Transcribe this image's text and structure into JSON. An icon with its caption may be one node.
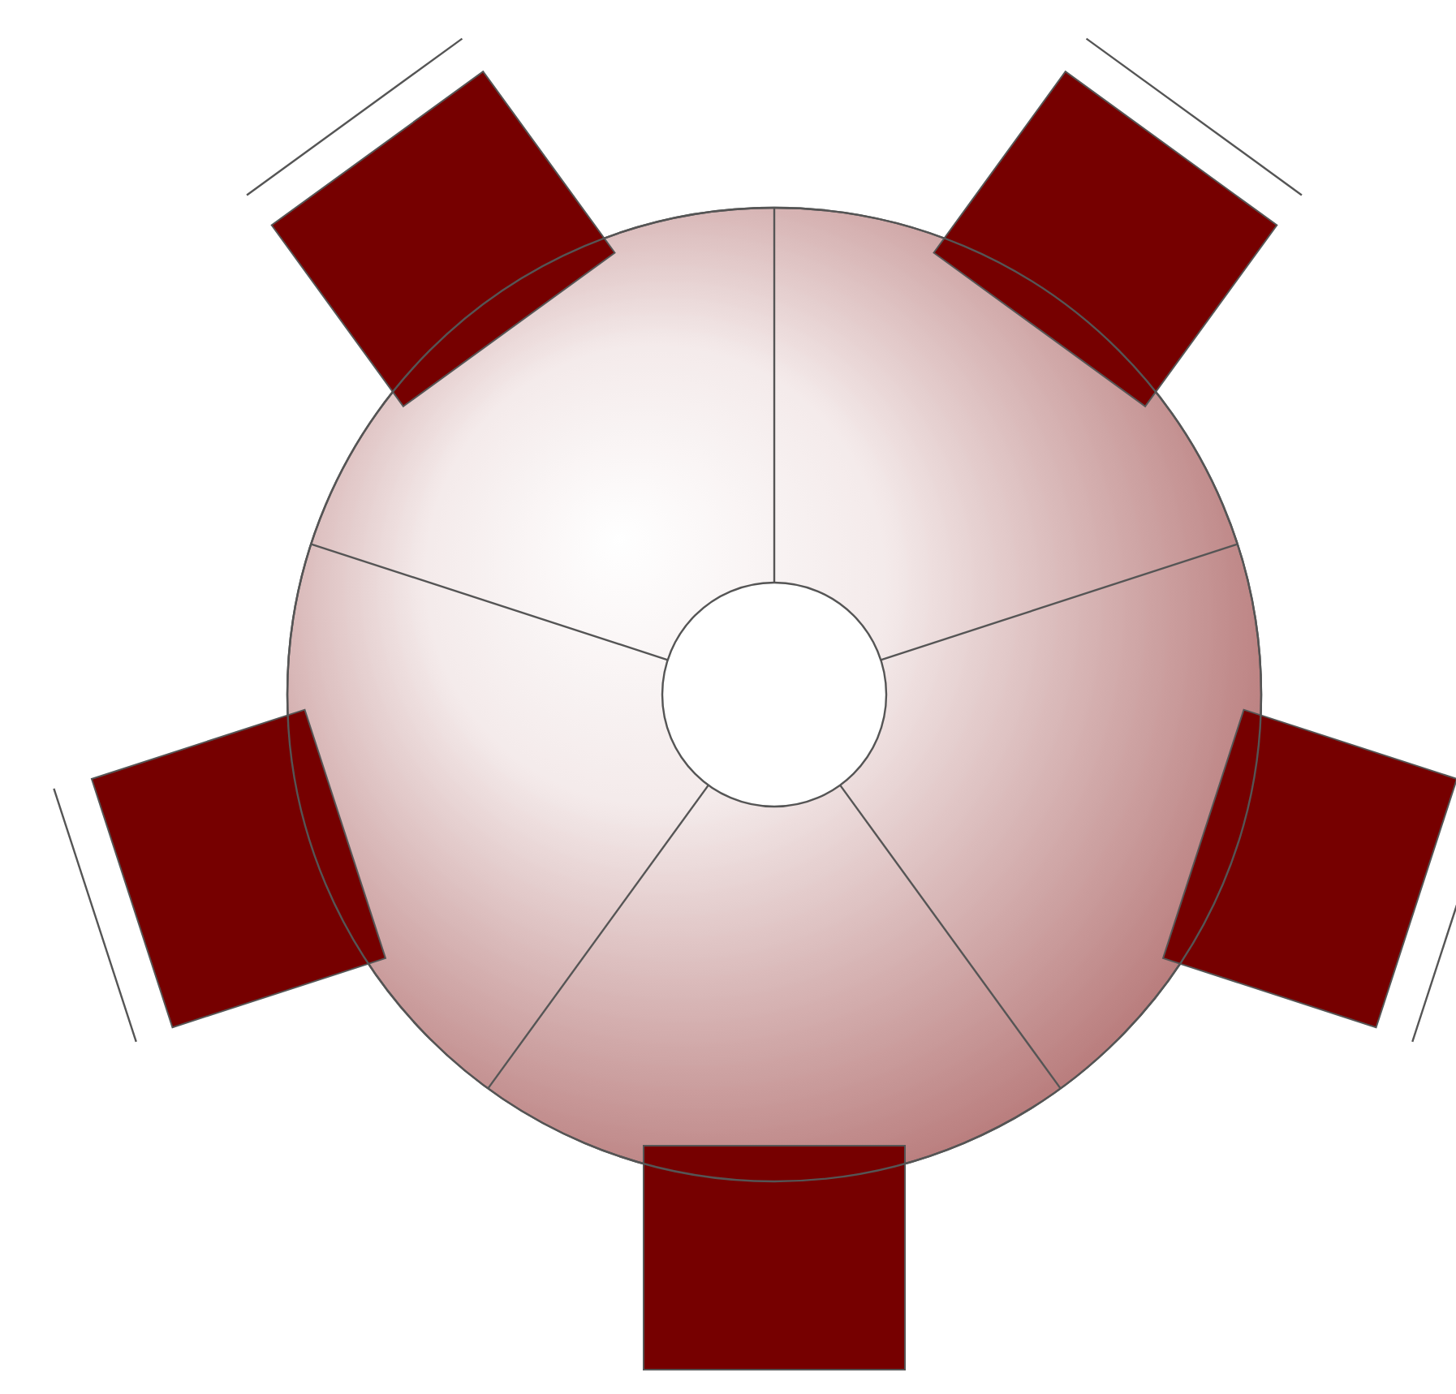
{
  "diagram": {
    "nodes": [
      {
        "text": [],
        "shape": "circle"
      },
      {
        "text": [],
        "shape": "circle",
        "in": 0
      },
      {
        "text": [],
        "shape": "box"
      },
      {
        "text": [],
        "shape": "box"
      },
      {
        "text": [],
        "shape": "box"
      },
      {
        "text": [],
        "shape": "box"
      },
      {
        "text": [],
        "shape": "box"
      }
    ]
  }
}
